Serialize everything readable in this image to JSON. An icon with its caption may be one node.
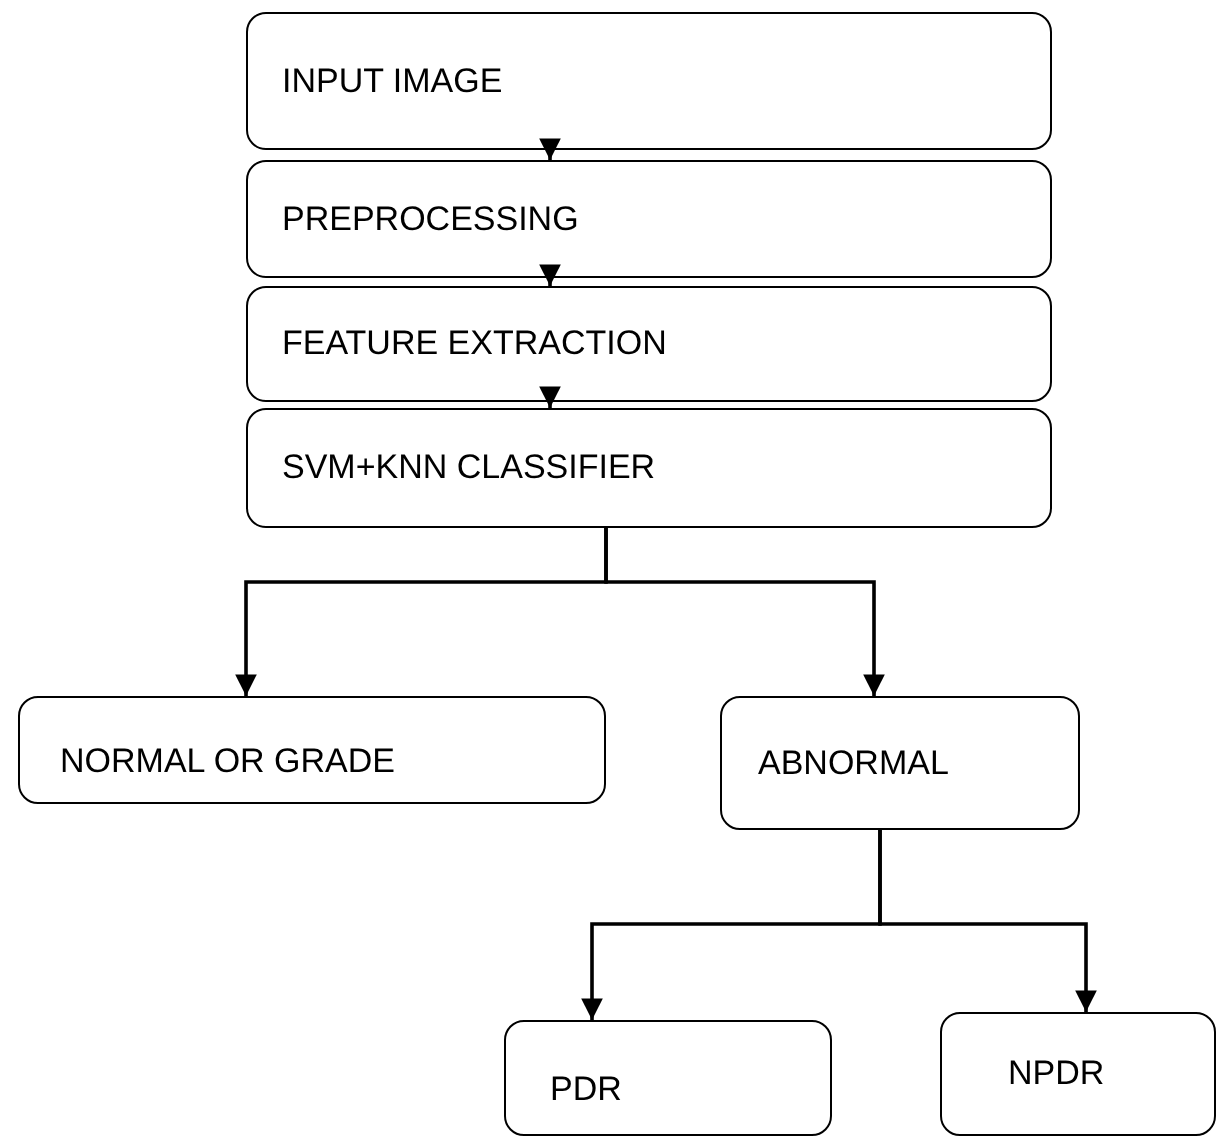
{
  "diagram": {
    "nodes": [
      {
        "text": [
          "INPUT IMAGE"
        ]
      },
      {
        "text": [
          "PREPROCESSING"
        ]
      },
      {
        "text": [
          "FEATURE EXTRACTION"
        ]
      },
      {
        "text": [
          "SVM+KNN CLASSIFIER"
        ]
      },
      {
        "text": [
          "NORMAL OR GRADE"
        ]
      },
      {
        "text": [
          "ABNORMAL"
        ]
      },
      {
        "text": [
          "PDR"
        ]
      },
      {
        "text": [
          "NPDR"
        ]
      }
    ],
    "edges": [
      {
        "from": 0,
        "to": 1,
        "arrow": "to"
      },
      {
        "from": 1,
        "to": 2,
        "arrow": "to"
      },
      {
        "from": 2,
        "to": 3,
        "arrow": "to"
      },
      {
        "from": 3,
        "to": 4,
        "arrow": "to"
      },
      {
        "from": 3,
        "to": 5,
        "arrow": "to"
      },
      {
        "from": 5,
        "to": 6,
        "arrow": "to"
      },
      {
        "from": 5,
        "to": 7,
        "arrow": "to"
      }
    ]
  }
}
